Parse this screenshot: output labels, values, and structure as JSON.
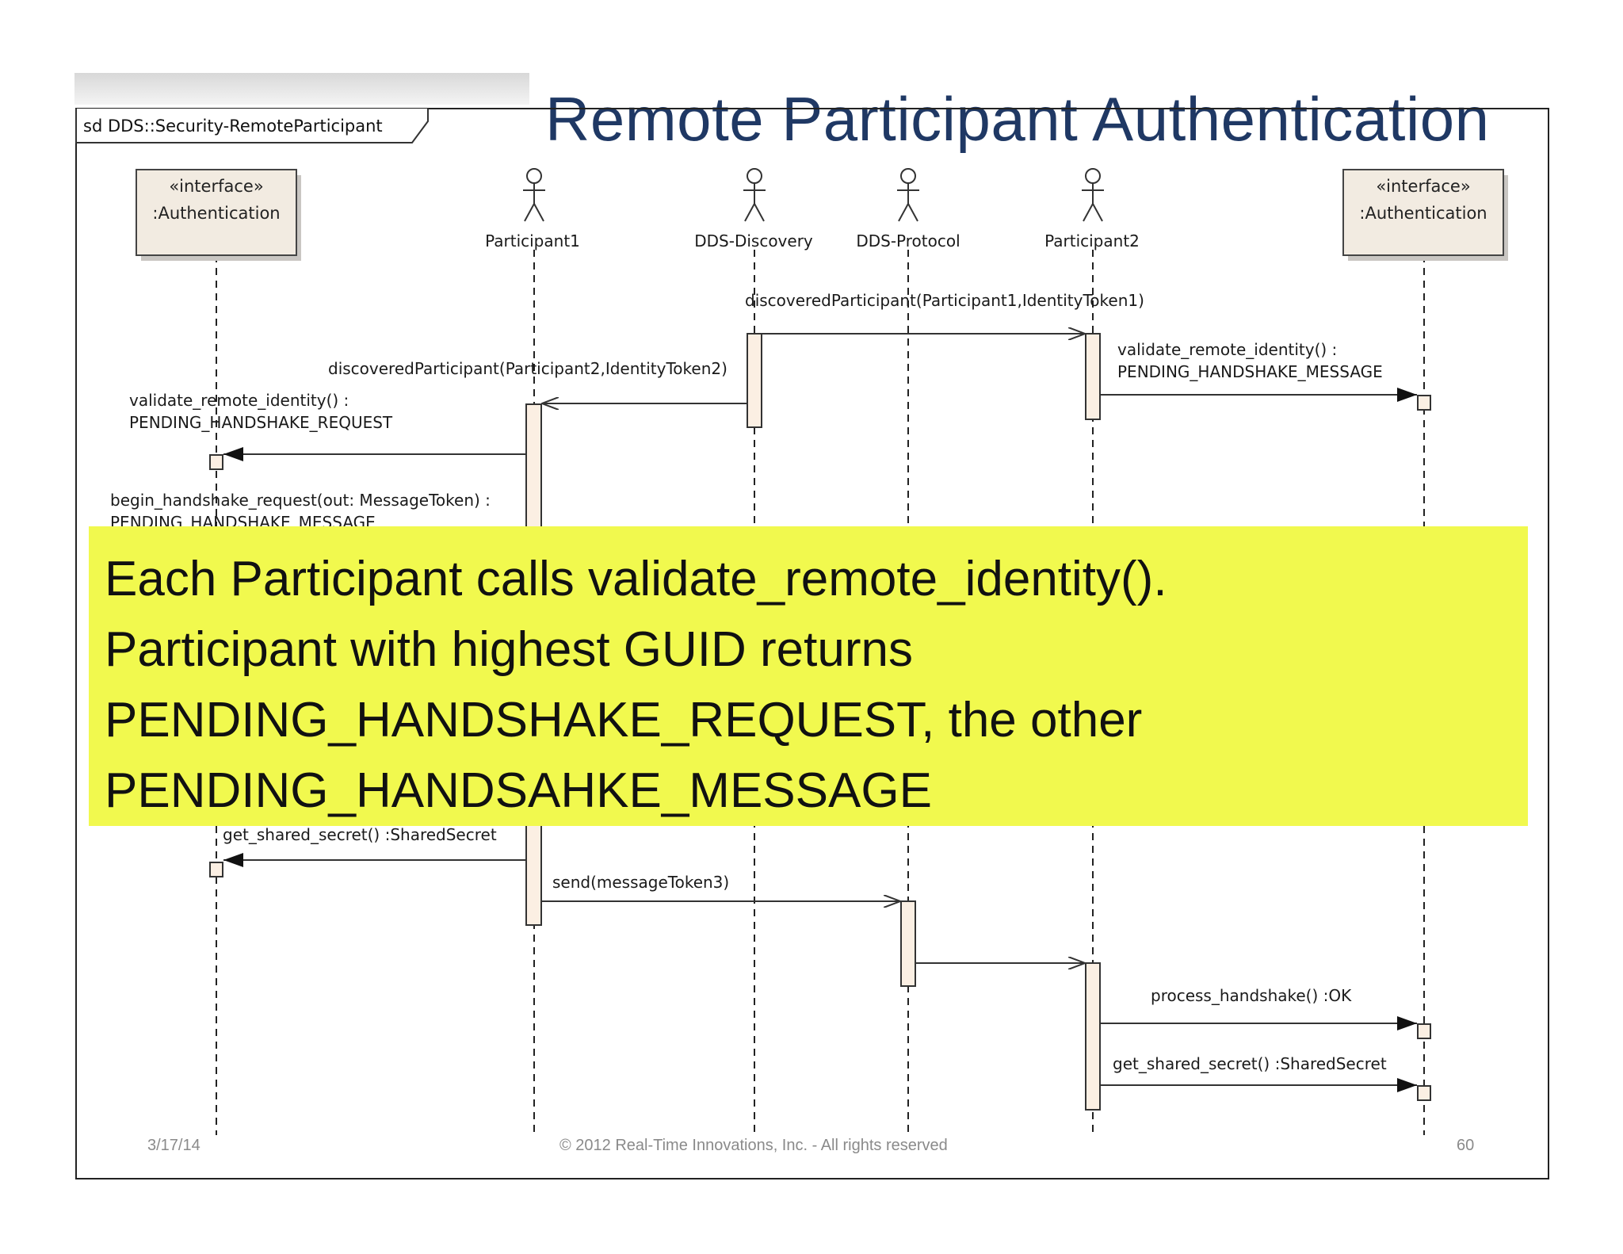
{
  "slide_title": "Remote Participant Authentication",
  "frame_label": "sd DDS::Security-RemoteParticipant",
  "lifelines": {
    "auth_left": {
      "stereotype": "«interface»",
      "name": ":Authentication"
    },
    "participant1": "Participant1",
    "dds_discovery": "DDS-Discovery",
    "dds_protocol": "DDS-Protocol",
    "participant2": "Participant2",
    "auth_right": {
      "stereotype": "«interface»",
      "name": ":Authentication"
    }
  },
  "messages": {
    "discovered_p1": "discoveredParticipant(Participant1,IdentityToken1)",
    "discovered_p2": "discoveredParticipant(Participant2,IdentityToken2)",
    "validate_right_1": "validate_remote_identity() :",
    "validate_right_2": "PENDING_HANDSHAKE_MESSAGE",
    "validate_left_1": "validate_remote_identity() :",
    "validate_left_2": "PENDING_HANDSHAKE_REQUEST",
    "begin_handshake_1": "begin_handshake_request(out: MessageToken) :",
    "begin_handshake_2": "PENDING_HANDSHAKE_MESSAGE",
    "get_shared_secret_left": "get_shared_secret() :SharedSecret",
    "send_token3": "send(messageToken3)",
    "process_handshake": "process_handshake() :OK",
    "get_shared_secret_right": "get_shared_secret() :SharedSecret"
  },
  "callout": {
    "line1": "Each Participant calls validate_remote_identity().",
    "line2": "Participant with highest GUID returns",
    "line3": "PENDING_HANDSHAKE_REQUEST, the other",
    "line4": "PENDING_HANDSAHKE_MESSAGE"
  },
  "footer": {
    "date": "3/17/14",
    "copyright": "© 2012 Real-Time Innovations, Inc.  -  All rights reserved",
    "page": "60"
  }
}
